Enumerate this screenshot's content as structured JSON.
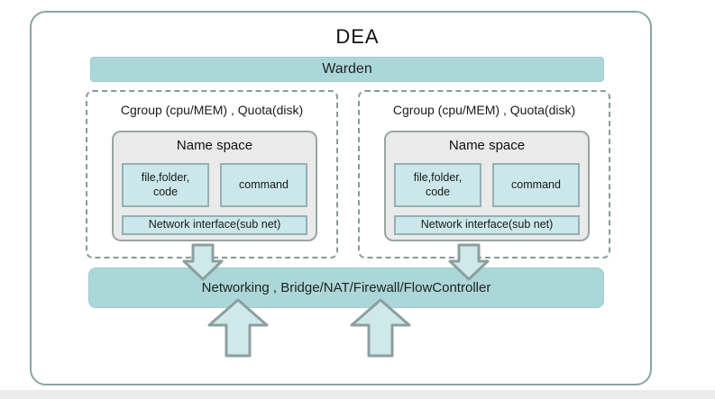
{
  "diagram": {
    "title": "DEA",
    "warden_label": "Warden",
    "groups": [
      {
        "cgroup_label": "Cgroup (cpu/MEM) , Quota(disk)",
        "namespace": {
          "title": "Name space",
          "file_box_label": "file,folder,\ncode",
          "command_box_label": "command",
          "network_interface_label": "Network interface(sub net)"
        }
      },
      {
        "cgroup_label": "Cgroup (cpu/MEM) , Quota(disk)",
        "namespace": {
          "title": "Name space",
          "file_box_label": "file,folder,\ncode",
          "command_box_label": "command",
          "network_interface_label": "Network interface(sub net)"
        }
      }
    ],
    "networking_label": "Networking , Bridge/NAT/Firewall/FlowController",
    "colors": {
      "teal_bar": "#abd7d9",
      "mini_box_fill": "#cbe7e9",
      "mini_box_border": "#94b0b2",
      "arrow_fill": "#cfe9ea",
      "arrow_border": "#8d9e9e",
      "namespace_fill": "#eaeaea",
      "dashed_border": "#8b9999",
      "outer_border": "#8ba4a4",
      "text": "#1f1f1f"
    }
  }
}
